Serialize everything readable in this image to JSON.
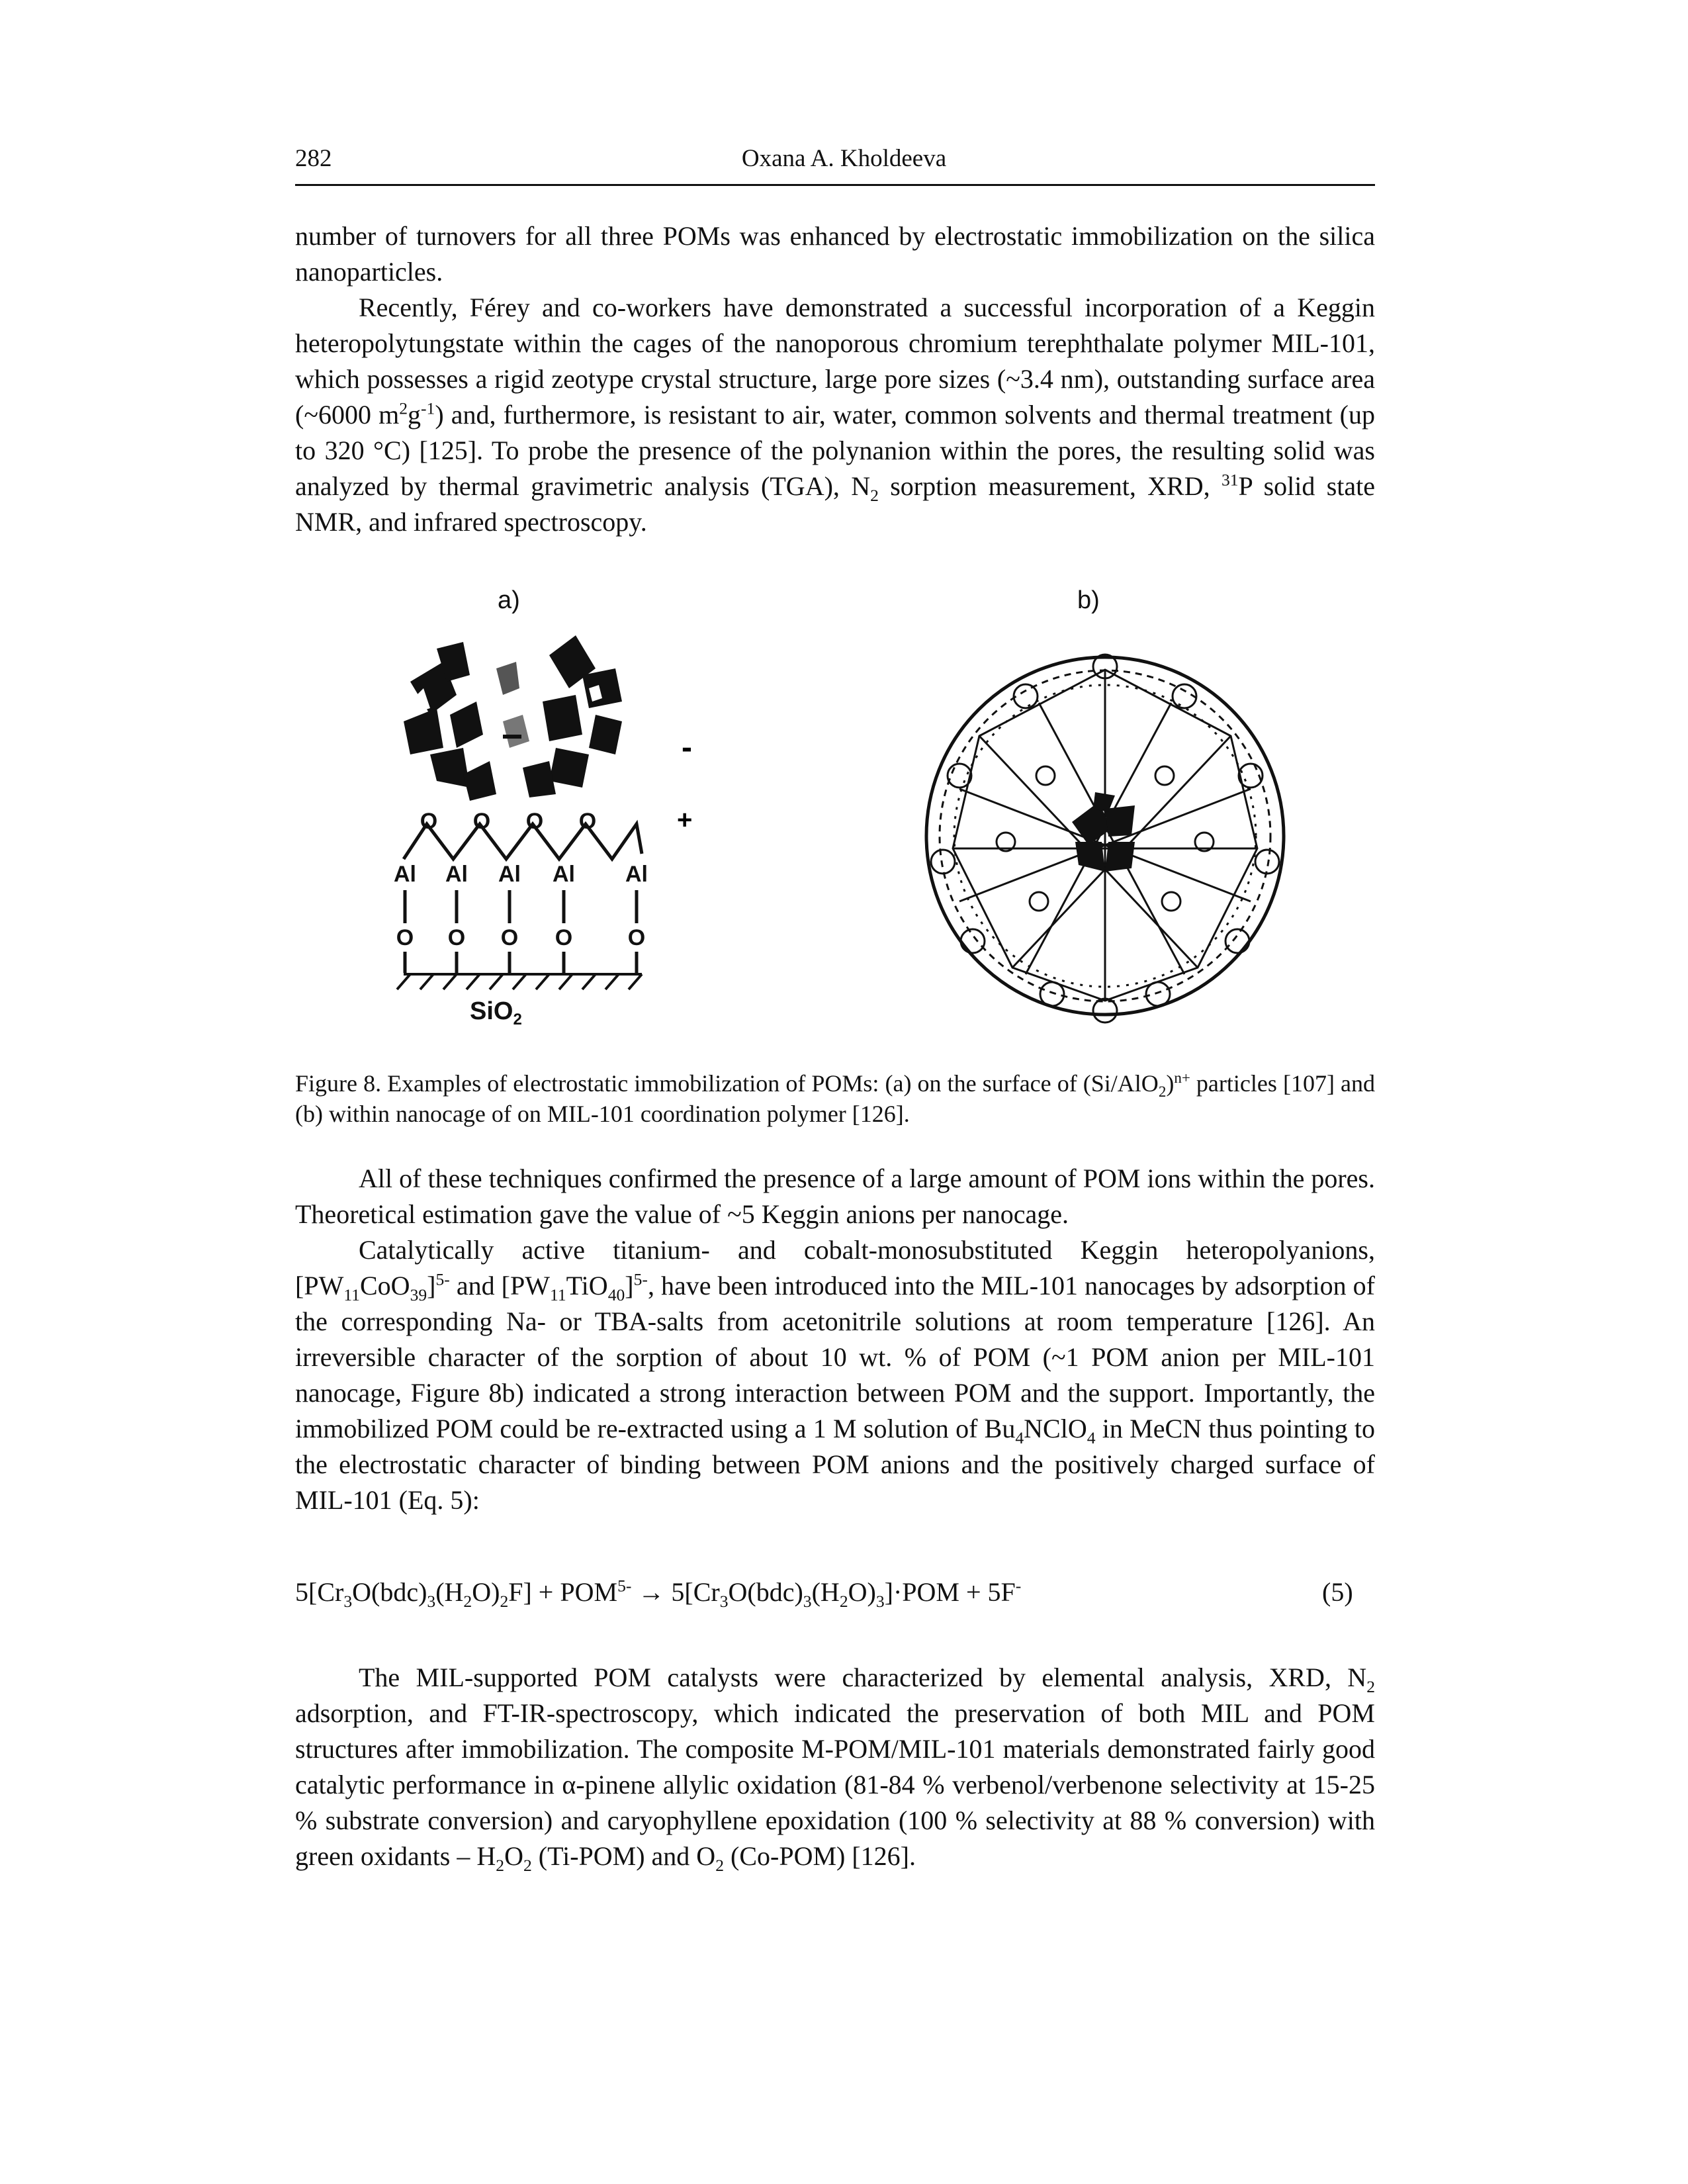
{
  "header": {
    "page_number": "282",
    "author": "Oxana A. Kholdeeva"
  },
  "paragraphs": {
    "p1": "number of turnovers for all three POMs was enhanced by electrostatic immobilization on the silica nanoparticles.",
    "p2": {
      "s1": "Recently, Férey and co-workers have demonstrated a successful incorporation of a Keggin heteropolytungstate within the cages of the nanoporous chromium terephthalate polymer MIL-101, which possesses a rigid zeotype crystal structure, large pore sizes (~3.4 nm), outstanding surface area (~6000 m",
      "sup1": "2",
      "s2": "g",
      "sup2": "-1",
      "s3": ") and, furthermore, is resistant to air, water, common solvents and thermal treatment (up to 320 °C) [125]. To probe the presence of the polynanion within the pores, the resulting solid was analyzed by thermal gravimetric analysis (TGA), N",
      "sub1": "2",
      "s4": " sorption measurement, XRD, ",
      "sup3": "31",
      "s5": "P solid state NMR, and infrared spectroscopy."
    },
    "p3": "All of these techniques confirmed the presence of a large amount of POM ions within the pores. Theoretical estimation gave the value of ~5 Keggin anions per nanocage.",
    "p4": {
      "s1": "Catalytically active titanium- and cobalt-monosubstituted Keggin heteropolyanions, [PW",
      "sub1": "11",
      "s2": "CoO",
      "sub2": "39",
      "s3": "]",
      "sup1": "5-",
      "s4": " and [PW",
      "sub3": "11",
      "s5": "TiO",
      "sub4": "40",
      "s6": "]",
      "sup2": "5-",
      "s7": ", have been introduced into the MIL-101 nanocages by adsorption of the corresponding Na- or TBA-salts from acetonitrile solutions at room temperature [126]. An irreversible character of the sorption of about 10 wt. % of POM (~1 POM anion per MIL-101 nanocage, Figure 8b) indicated a strong interaction between POM and the support. Importantly, the immobilized POM could be re-extracted using a 1 M solution of Bu",
      "sub5": "4",
      "s8": "NClO",
      "sub6": "4",
      "s9": " in MeCN thus pointing to the electrostatic character of binding between POM anions and the positively charged surface of MIL-101 (Eq. 5):"
    },
    "p5": {
      "s1": "The MIL-supported POM catalysts were characterized by elemental analysis, XRD, N",
      "sub1": "2",
      "s2": " adsorption, and FT-IR-spectroscopy, which indicated the preservation of both MIL and POM structures after immobilization. The composite M-POM/MIL-101 materials demonstrated fairly good catalytic performance in α-pinene allylic oxidation (81-84 % verbenol/verbenone selectivity at 15-25 % substrate conversion) and caryophyllene epoxidation (100 % selectivity at 88 % conversion) with green oxidants – H",
      "sub2": "2",
      "s3": "O",
      "sub3": "2",
      "s4": " (Ti-POM) and O",
      "sub4": "2",
      "s5": " (Co-POM) [126]."
    }
  },
  "figure": {
    "panel_a_label": "a)",
    "panel_b_label": "b)",
    "panel_a": {
      "charge_minus": "-",
      "charge_plus": "+",
      "surface_atoms": [
        "Al",
        "Al",
        "Al",
        "Al",
        "Al"
      ],
      "linker_atoms": [
        "O",
        "O",
        "O",
        "O",
        "O"
      ],
      "bridge_atoms": [
        "O",
        "O",
        "O",
        "O"
      ],
      "support_label": "SiO",
      "support_sub": "2"
    },
    "caption": {
      "s1": "Figure 8. Examples of electrostatic immobilization of POMs: (a) on the surface of (Si/AlO",
      "sub1": "2",
      "s2": ")",
      "sup1": "n+",
      "s3": " particles [107] and (b) within nanocage of on MIL-101 coordination polymer [126]."
    }
  },
  "equation": {
    "e1": "5[Cr",
    "sub1": "3",
    "e2": "O(bdc)",
    "sub2": "3",
    "e3": "(H",
    "sub3": "2",
    "e4": "O)",
    "sub4": "2",
    "e5": "F] + POM",
    "sup1": "5-",
    "e6": " → 5[Cr",
    "sub5": "3",
    "e7": "O(bdc)",
    "sub6": "3",
    "e8": "(H",
    "sub7": "2",
    "e9": "O)",
    "sub8": "3",
    "e10": "]·POM + 5F",
    "sup2": "-",
    "number": "(5)"
  }
}
